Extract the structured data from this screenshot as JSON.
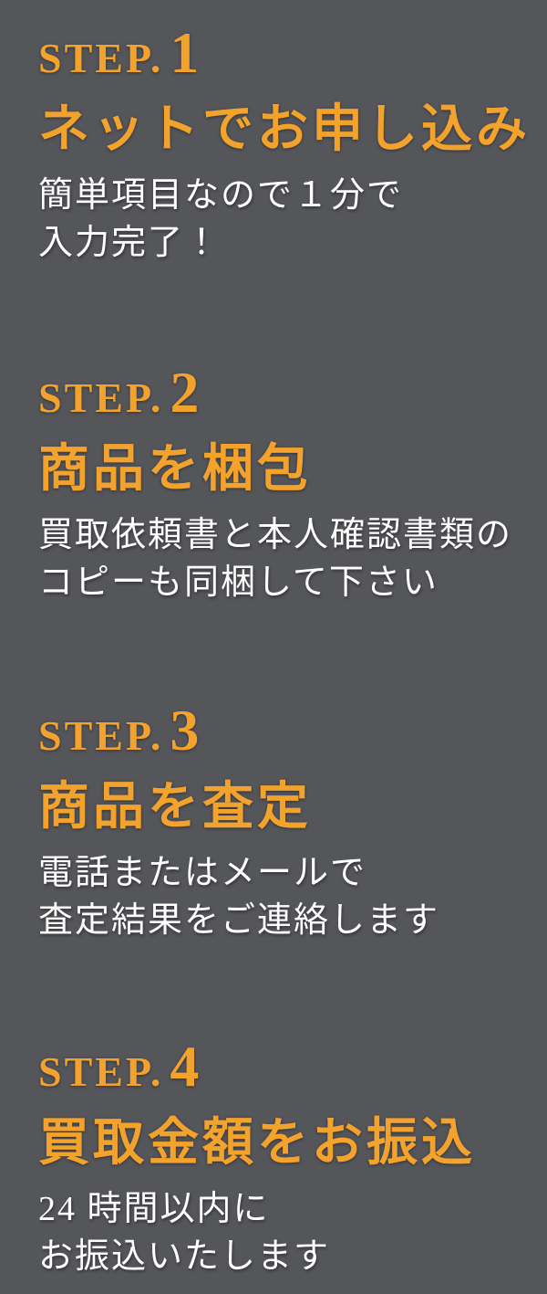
{
  "page": {
    "background_color": "#55565A",
    "accent_color": "#F3A22C",
    "text_color": "#FFFFFF"
  },
  "steps": [
    {
      "label_word": "STEP.",
      "number": "1",
      "title": "ネットでお申し込み",
      "desc_lines": [
        "簡単項目なので１分で",
        "入力完了！"
      ]
    },
    {
      "label_word": "STEP.",
      "number": "2",
      "title": "商品を梱包",
      "desc_lines": [
        "買取依頼書と本人確認書類の",
        "コピーも同梱して下さい"
      ]
    },
    {
      "label_word": "STEP.",
      "number": "3",
      "title": "商品を査定",
      "desc_lines": [
        "電話またはメールで",
        "査定結果をご連絡します"
      ]
    },
    {
      "label_word": "STEP.",
      "number": "4",
      "title": "買取金額をお振込",
      "desc_lines": [
        "24 時間以内に",
        "お振込いたします"
      ]
    }
  ]
}
